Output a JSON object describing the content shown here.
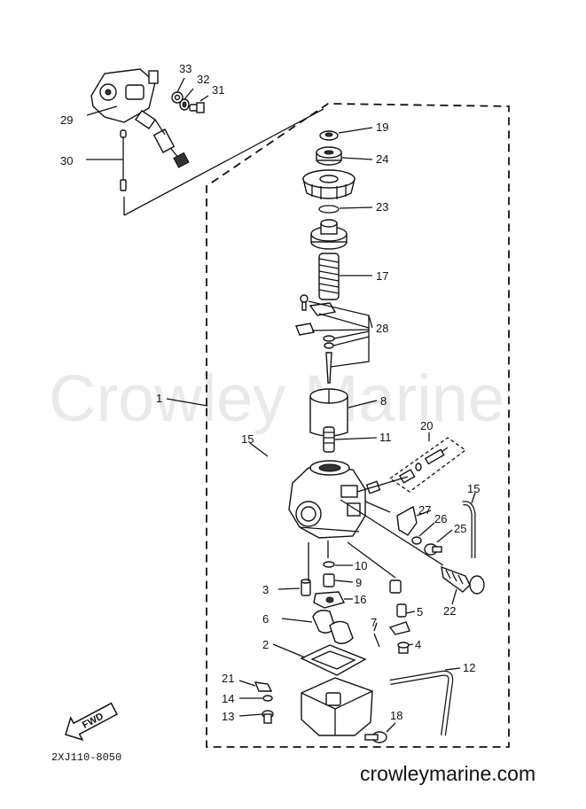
{
  "diagram_code": "2XJ110-8050",
  "watermark": "Crowley Marine",
  "site": "crowleymarine.com",
  "fwd_label": "FWD",
  "callouts": {
    "c1": "1",
    "c2": "2",
    "c3": "3",
    "c4": "4",
    "c5": "5",
    "c6": "6",
    "c7": "7",
    "c8": "8",
    "c9": "9",
    "c10": "10",
    "c11": "11",
    "c12": "12",
    "c13": "13",
    "c14": "14",
    "c15a": "15",
    "c15b": "15",
    "c16": "16",
    "c17": "17",
    "c18": "18",
    "c19": "19",
    "c20": "20",
    "c21": "21",
    "c22": "22",
    "c23": "23",
    "c24": "24",
    "c25": "25",
    "c26": "26",
    "c27": "27",
    "c28": "28",
    "c29": "29",
    "c30": "30",
    "c31": "31",
    "c32": "32",
    "c33": "33"
  }
}
